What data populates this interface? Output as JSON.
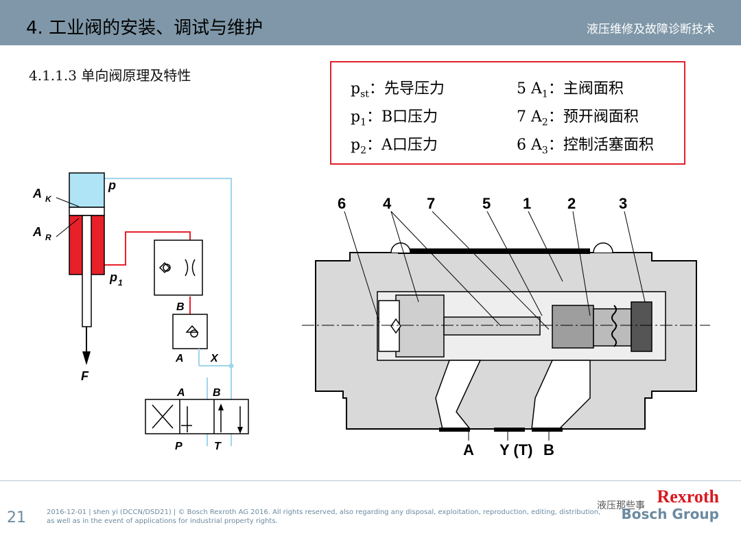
{
  "header": {
    "title": "4. 工业阀的安装、调试与维护",
    "right_text": "液压维修及故障诊断技术"
  },
  "subtitle": "4.1.1.3 单向阀原理及特性",
  "legend": {
    "left": [
      {
        "sym": "p",
        "sub": "st",
        "text": "：先导压力"
      },
      {
        "sym": "p",
        "sub": "1",
        "text": "：B口压力"
      },
      {
        "sym": "p",
        "sub": "2",
        "text": "：A口压力"
      }
    ],
    "right": [
      {
        "num": "5",
        "sym": "A",
        "sub": "1",
        "text": "：主阀面积"
      },
      {
        "num": "7",
        "sym": "A",
        "sub": "2",
        "text": "：预开阀面积"
      },
      {
        "num": "6",
        "sym": "A",
        "sub": "3",
        "text": "：控制活塞面积"
      }
    ]
  },
  "schematic_labels": {
    "ak": "A",
    "ak_sub": "K",
    "ar": "A",
    "ar_sub": "R",
    "p": "p",
    "p1": "p",
    "p1_sub": "1",
    "b": "B",
    "a": "A",
    "x": "X",
    "valve_a": "A",
    "valve_b": "B",
    "valve_p": "P",
    "valve_t": "T",
    "force": "F"
  },
  "section_labels": {
    "numbers": [
      "6",
      "4",
      "7",
      "5",
      "1",
      "2",
      "3"
    ],
    "ports": [
      "A",
      "Y (T)",
      "B"
    ]
  },
  "footer": {
    "page": "21",
    "line1": "2016-12-01 | shen yi (DCCN/DSD21) | © Bosch Rexroth AG 2016. All rights reserved, also regarding any disposal, exploitation, reproduction, editing, distribution,",
    "line2": "as well as in the event of applications for industrial property rights.",
    "brand1": "Rexroth",
    "brand2": "Bosch Group",
    "watermark": "液压那些事"
  },
  "colors": {
    "header_bg": "#7f97a8",
    "accent_red": "#e0202a",
    "cylinder_blue": "#aee4f5",
    "cylinder_red": "#e8202a",
    "line_blue": "#9fd5ec",
    "body_gray": "#d9d9d9"
  }
}
